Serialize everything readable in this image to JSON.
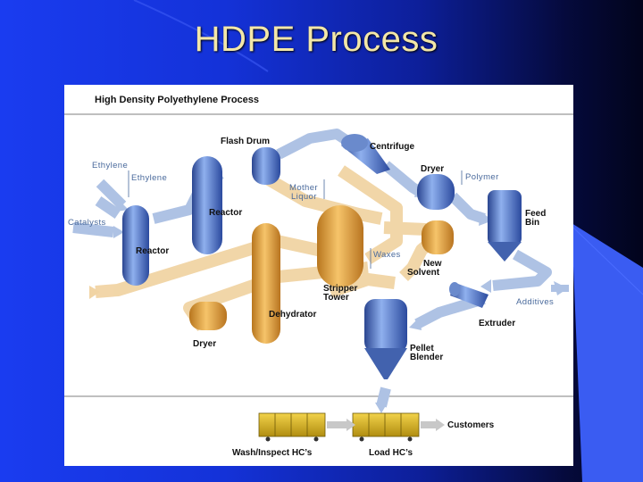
{
  "slide": {
    "title": "HDPE Process"
  },
  "diagram": {
    "header": "High Density Polyethylene Process",
    "labels": {
      "flash_drum": "Flash Drum",
      "centrifuge": "Centrifuge",
      "ethylene_1": "Ethylene",
      "ethylene_2": "Ethylene",
      "catalysts": "Catalysts",
      "reactor_1": "Reactor",
      "reactor_2": "Reactor",
      "mother_liquor_1": "Mother",
      "mother_liquor_2": "Liquor",
      "dryer_1": "Dryer",
      "polymer": "Polymer",
      "feed_bin_1": "Feed",
      "feed_bin_2": "Bin",
      "waxes": "Waxes",
      "new_solvent_1": "New",
      "new_solvent_2": "Solvent",
      "stripper_tower_1": "Stripper",
      "stripper_tower_2": "Tower",
      "additives": "Additives",
      "extruder": "Extruder",
      "dehydrator": "Dehydrator",
      "dryer_2": "Dryer",
      "pellet_blender_1": "Pellet",
      "pellet_blender_2": "Blender",
      "customers": "Customers",
      "wash_inspect": "Wash/Inspect HC’s",
      "load": "Load HC’s"
    },
    "colors": {
      "blue_equipment": "#4f6fb8",
      "orange_equipment": "#e0a040",
      "blue_flow": "#a8bee0",
      "orange_flow": "#f0d2a0",
      "gray_flow": "#c8c8c8",
      "railcar": "#e8c020"
    }
  }
}
